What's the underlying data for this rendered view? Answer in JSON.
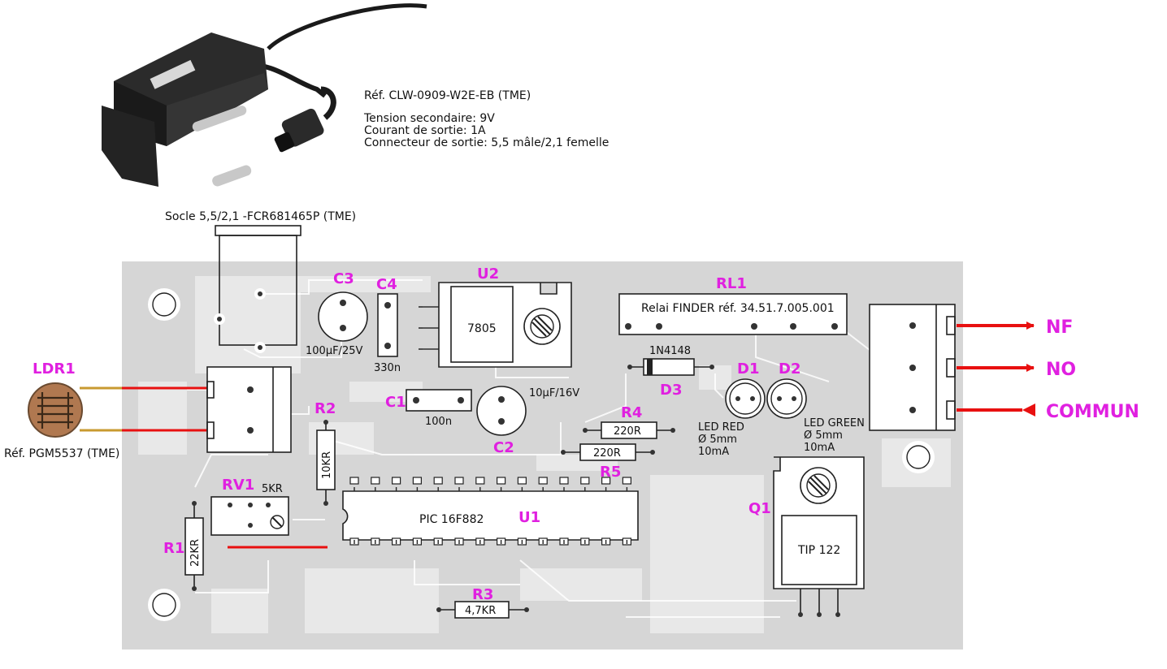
{
  "adapter": {
    "ref_line": "Réf. CLW-0909-W2E-EB (TME)",
    "spec_voltage": "Tension secondaire: 9V",
    "spec_current": "Courant de sortie: 1A",
    "spec_connector": "Connecteur de sortie: 5,5 mâle/2,1 femelle"
  },
  "socket": {
    "label": "Socle 5,5/2,1 -FCR681465P (TME)"
  },
  "ldr": {
    "ref": "LDR1",
    "part": "Réf. PGM5537 (TME)"
  },
  "components": {
    "c3": {
      "ref": "C3",
      "value": "100µF/25V"
    },
    "c4": {
      "ref": "C4",
      "value": "330n"
    },
    "u2": {
      "ref": "U2",
      "value": "7805"
    },
    "rl1": {
      "ref": "RL1",
      "value": "Relai FINDER réf. 34.51.7.005.001"
    },
    "c1": {
      "ref": "C1",
      "value": "100n"
    },
    "c2": {
      "ref": "C2",
      "value": "10µF/16V"
    },
    "d3": {
      "ref": "D3",
      "value": "1N4148"
    },
    "d1": {
      "ref": "D1",
      "desc1": "LED RED",
      "desc2": "Ø 5mm",
      "desc3": "10mA"
    },
    "d2": {
      "ref": "D2",
      "desc1": "LED GREEN",
      "desc2": "Ø 5mm",
      "desc3": "10mA"
    },
    "r2": {
      "ref": "R2",
      "value": "10KR"
    },
    "r4": {
      "ref": "R4",
      "value": "220R"
    },
    "r5": {
      "ref": "R5",
      "value": "220R"
    },
    "rv1": {
      "ref": "RV1",
      "value": "5KR"
    },
    "r1": {
      "ref": "R1",
      "value": "22KR"
    },
    "u1": {
      "ref": "U1",
      "value": "PIC 16F882"
    },
    "q1": {
      "ref": "Q1",
      "value": "TIP 122"
    },
    "r3": {
      "ref": "R3",
      "value": "4,7KR"
    }
  },
  "outputs": {
    "nf": "NF",
    "no": "NO",
    "commun": "COMMUN"
  },
  "colors": {
    "board": "#d6d6d6",
    "reference": "#e020e0",
    "wire": "#e81010",
    "silk": "#222222"
  }
}
